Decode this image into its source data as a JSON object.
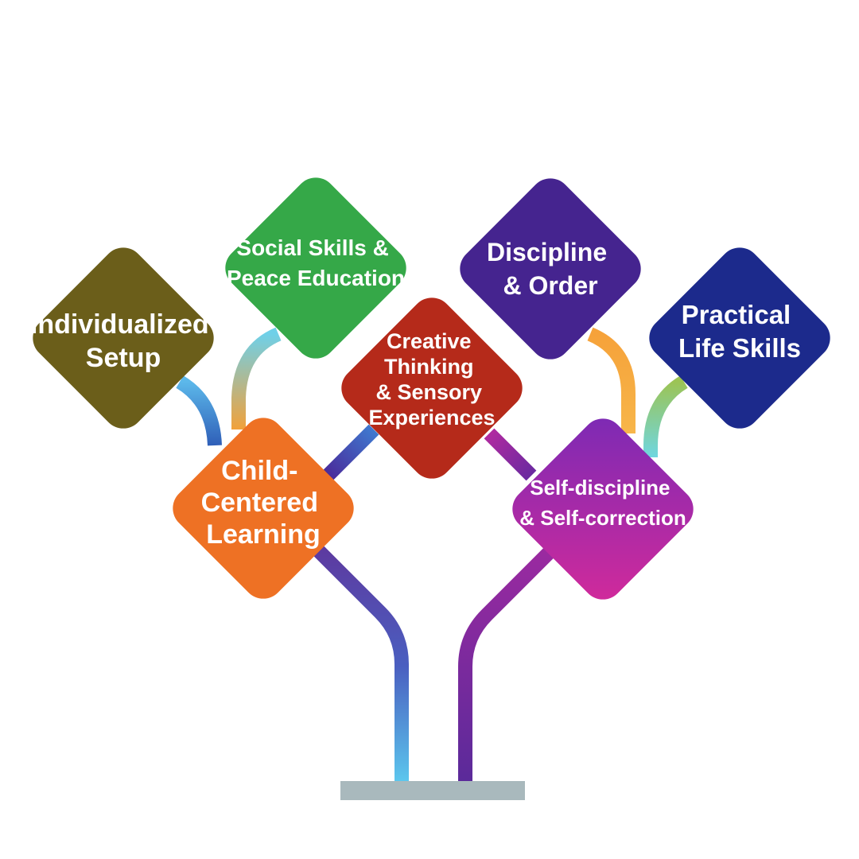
{
  "nodes": [
    {
      "id": "individualized-setup",
      "lines": [
        "Individualized",
        "Setup"
      ],
      "color": "#6b5e1a"
    },
    {
      "id": "social-skills",
      "lines": [
        "Social Skills &",
        "Peace Education"
      ],
      "color": "#35a848"
    },
    {
      "id": "creative-thinking",
      "lines": [
        "Creative",
        "Thinking",
        "& Sensory",
        "Experiences"
      ],
      "color": "#b52a1a"
    },
    {
      "id": "discipline-order",
      "lines": [
        "Discipline",
        "& Order"
      ],
      "color": "#45248f"
    },
    {
      "id": "practical-life",
      "lines": [
        "Practical",
        "Life Skills"
      ],
      "color": "#1c2a8c"
    },
    {
      "id": "child-centered",
      "lines": [
        "Child-",
        "Centered",
        "Learning"
      ],
      "color": "#ee7124"
    },
    {
      "id": "self-discipline",
      "lines": [
        "Self-discipline",
        "& Self-correction"
      ],
      "color": "#8a2bb5",
      "color2": "#c52a9c"
    }
  ],
  "colors": {
    "base": "#a9b9bd",
    "stem_light_blue": "#5cc8ee",
    "stem_blue": "#3a6fc0",
    "stem_purple": "#6a2aa0",
    "branch_orange": "#f8a23a",
    "branch_teal": "#6fd0c8",
    "branch_green": "#95c05a"
  }
}
